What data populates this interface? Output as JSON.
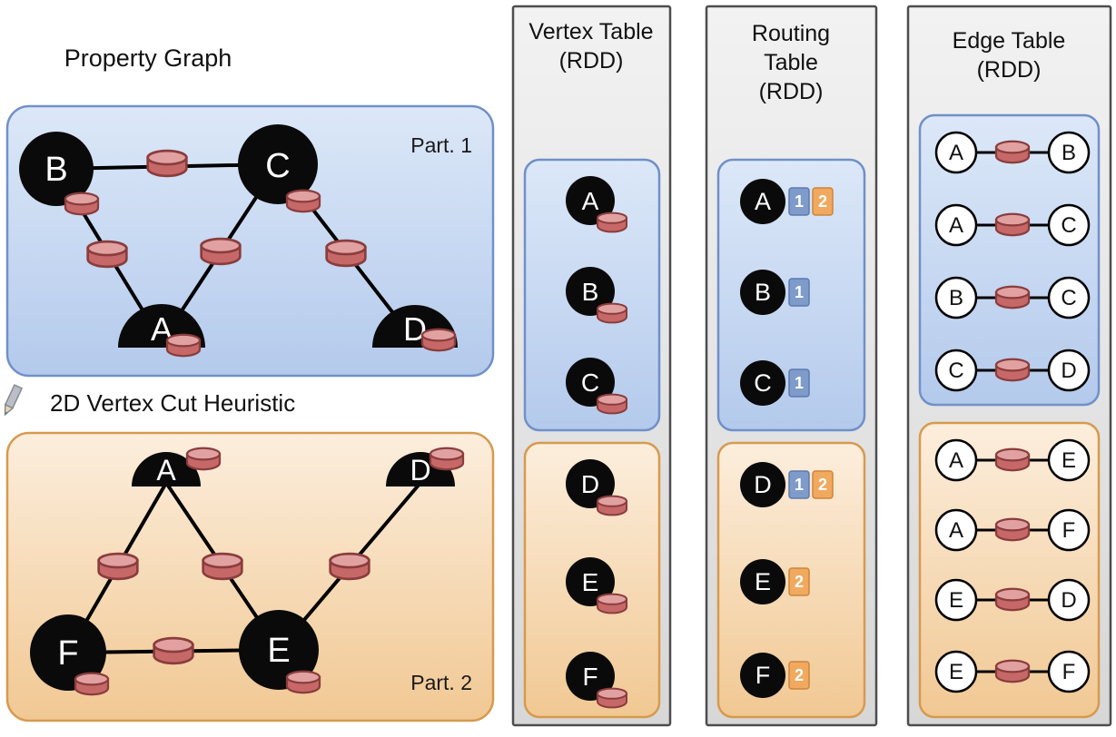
{
  "colors": {
    "partition1_fill_top": "#dce8f8",
    "partition1_fill_bottom": "#b4caec",
    "partition1_border": "#7090c8",
    "partition2_fill_top": "#fceedd",
    "partition2_fill_bottom": "#f1c893",
    "partition2_border": "#d79a4e",
    "column_fill_top": "#f2f2f2",
    "column_fill_bottom": "#d7d7d7",
    "column_border": "#4d4d4d",
    "cylinder_body": "#c76868",
    "cylinder_top": "#e2a1a1",
    "cylinder_border": "#8a3d3d",
    "badge1_fill": "#7e9bc9",
    "badge1_border": "#5d7bb0",
    "badge2_fill": "#f0a95e",
    "badge2_border": "#cd853b",
    "vertex_fill": "#0a0a0a",
    "edge_color": "#000000"
  },
  "property_graph": {
    "title": "Property Graph",
    "heuristic_label": "2D Vertex Cut Heuristic",
    "partition1": {
      "label": "Part. 1",
      "vertices": {
        "b": "B",
        "c": "C",
        "a": "A",
        "d": "D"
      },
      "edges": [
        "B-C",
        "B-A",
        "C-A",
        "C-D"
      ]
    },
    "partition2": {
      "label": "Part. 2",
      "vertices": {
        "a": "A",
        "d": "D",
        "f": "F",
        "e": "E"
      },
      "edges": [
        "A-F",
        "A-E",
        "D-E",
        "F-E"
      ]
    }
  },
  "vertex_table": {
    "title": "Vertex Table",
    "subtitle": "(RDD)",
    "partition1": [
      "A",
      "B",
      "C"
    ],
    "partition2": [
      "D",
      "E",
      "F"
    ]
  },
  "routing_table": {
    "title_line1": "Routing",
    "title_line2": "Table",
    "subtitle": "(RDD)",
    "partition1": [
      {
        "vertex": "A",
        "badges": [
          "1",
          "2"
        ]
      },
      {
        "vertex": "B",
        "badges": [
          "1"
        ]
      },
      {
        "vertex": "C",
        "badges": [
          "1"
        ]
      }
    ],
    "partition2": [
      {
        "vertex": "D",
        "badges": [
          "1",
          "2"
        ]
      },
      {
        "vertex": "E",
        "badges": [
          "2"
        ]
      },
      {
        "vertex": "F",
        "badges": [
          "2"
        ]
      }
    ]
  },
  "edge_table": {
    "title": "Edge Table",
    "subtitle": "(RDD)",
    "partition1": [
      {
        "src": "A",
        "dst": "B"
      },
      {
        "src": "A",
        "dst": "C"
      },
      {
        "src": "B",
        "dst": "C"
      },
      {
        "src": "C",
        "dst": "D"
      }
    ],
    "partition2": [
      {
        "src": "A",
        "dst": "E"
      },
      {
        "src": "A",
        "dst": "F"
      },
      {
        "src": "E",
        "dst": "D"
      },
      {
        "src": "E",
        "dst": "F"
      }
    ]
  }
}
